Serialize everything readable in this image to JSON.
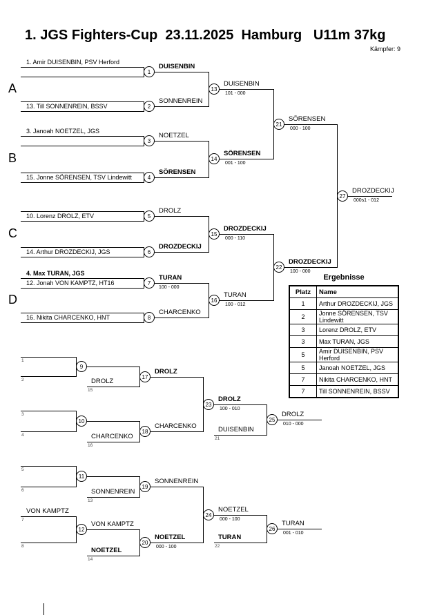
{
  "title": "1. JGS Fighters-Cup  23.11.2025  Hamburg   U11m 37kg",
  "kampfer": "Kämpfer: 9",
  "groups": {
    "a": "A",
    "b": "B",
    "c": "C",
    "d": "D"
  },
  "nums": {
    "m1": "1",
    "m2": "2",
    "m3": "3",
    "m4": "4",
    "m5": "5",
    "m6": "6",
    "m7": "7",
    "m8": "8",
    "m9": "9",
    "m10": "10",
    "m11": "11",
    "m12": "12",
    "m13": "13",
    "m14": "14",
    "m15": "15",
    "m16": "16",
    "m17": "17",
    "m18": "18",
    "m19": "19",
    "m20": "20",
    "m21": "21",
    "m22": "22",
    "m23": "23",
    "m24": "24",
    "m25": "25",
    "m26": "26",
    "m27": "27"
  },
  "entries": {
    "e1": "1. Amir DUISENBIN, PSV Herford",
    "e2": "13. Till SONNENREIN, BSSV",
    "e3": "3. Janoah NOETZEL, JGS",
    "e4": "15. Jonne SÖRENSEN, TSV Lindewitt",
    "e5": "10. Lorenz DROLZ, ETV",
    "e6": "14. Arthur DROZDECKIJ, JGS",
    "e7": "4. Max TURAN, JGS",
    "e8": "12. Jonah VON KAMPTZ, HT16",
    "e9": "16. Nikita CHARCENKO, HNT"
  },
  "winners": {
    "w1": "DUISENBIN",
    "w2": "SONNENREIN",
    "w3": "NOETZEL",
    "w4": "SÖRENSEN",
    "w5": "DROLZ",
    "w6": "DROZDECKIJ",
    "w7": "TURAN",
    "w8": "CHARCENKO",
    "w13": "DUISENBIN",
    "w14": "SÖRENSEN",
    "w15": "DROZDECKIJ",
    "w16": "TURAN",
    "w21": "SÖRENSEN",
    "w22": "DROZDECKIJ",
    "w27": "DROZDECKIJ",
    "w17": "DROLZ",
    "w18": "CHARCENKO",
    "w19": "SONNENREIN",
    "w20": "NOETZEL",
    "w23": "DROLZ",
    "w24": "NOETZEL",
    "w25": "DROLZ",
    "w26": "TURAN"
  },
  "drops": {
    "drolz": "DROLZ",
    "charcenko": "CHARCENKO",
    "sonnenrein": "SONNENREIN",
    "noetzel": "NOETZEL",
    "vonkamptz_entry": "VON KAMPTZ",
    "vonkamptz_out": "VON KAMPTZ",
    "duisenbin": "DUISENBIN",
    "turan": "TURAN"
  },
  "origins": {
    "o1": "1",
    "o2": "2",
    "o3": "3",
    "o4": "4",
    "o5": "5",
    "o6": "6",
    "o7": "7",
    "o8": "8",
    "o13": "13",
    "o14": "14",
    "o15": "15",
    "o16": "16",
    "o21": "21",
    "o22": "22"
  },
  "scores": {
    "m7": "100 - 000",
    "m13": "101 - 000",
    "m14": "001 - 100",
    "m15": "000 - 110",
    "m16": "100 - 012",
    "m21": "000 - 100",
    "m22": "100 - 000",
    "m27": "000s1 - 012",
    "m20": "000 - 100",
    "m23": "100 - 010",
    "m24": "000 - 100",
    "m25": "010 - 000",
    "m26": "001 - 010"
  },
  "results": {
    "title": "Ergebnisse",
    "columns": {
      "platz": "Platz",
      "name": "Name"
    },
    "rows": [
      {
        "platz": "1",
        "name": "Arthur DROZDECKIJ, JGS"
      },
      {
        "platz": "2",
        "name": "Jonne SÖRENSEN, TSV Lindewitt"
      },
      {
        "platz": "3",
        "name": "Lorenz DROLZ, ETV"
      },
      {
        "platz": "3",
        "name": "Max TURAN, JGS"
      },
      {
        "platz": "5",
        "name": "Amir DUISENBIN, PSV Herford"
      },
      {
        "platz": "5",
        "name": "Janoah NOETZEL, JGS"
      },
      {
        "platz": "7",
        "name": "Nikita CHARCENKO, HNT"
      },
      {
        "platz": "7",
        "name": "Till SONNENREIN, BSSV"
      }
    ]
  }
}
